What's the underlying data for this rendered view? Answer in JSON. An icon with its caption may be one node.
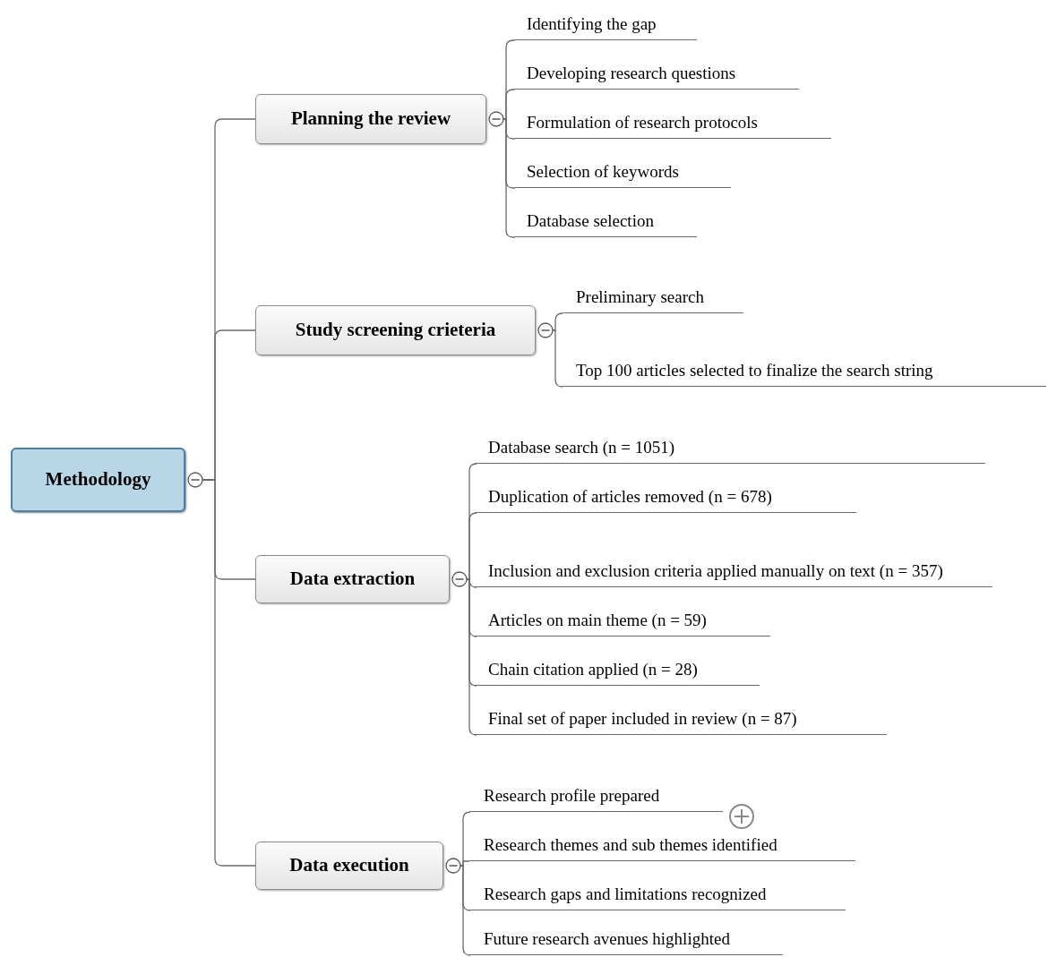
{
  "diagram": {
    "nodes": [
      {
        "text": [
          "Methodology"
        ]
      },
      {
        "text": [
          "Planning the review"
        ]
      },
      {
        "text": [
          "Identifying the gap"
        ]
      },
      {
        "text": [
          "Developing research questions"
        ]
      },
      {
        "text": [
          "Formulation of research protocols"
        ]
      },
      {
        "text": [
          "Selection of keywords"
        ]
      },
      {
        "text": [
          "Database selection"
        ]
      },
      {
        "text": [
          "Study screening crieteria"
        ]
      },
      {
        "text": [
          "Preliminary search"
        ]
      },
      {
        "text": [
          "Top 100 articles selected to finalize the search string"
        ]
      },
      {
        "text": [
          "Data extraction"
        ]
      },
      {
        "text": [
          "Database search (n = 1051)"
        ]
      },
      {
        "text": [
          "Duplication of articles removed (n = 678)"
        ]
      },
      {
        "text": [
          "Inclusion and exclusion criteria applied manually on text (n = 357)"
        ]
      },
      {
        "text": [
          "Articles on main theme (n = 59)"
        ]
      },
      {
        "text": [
          "Chain citation applied (n = 28)"
        ]
      },
      {
        "text": [
          "Final set of paper included in review (n = 87)"
        ]
      },
      {
        "text": [
          "Data execution"
        ]
      },
      {
        "text": [
          "Research profile prepared"
        ]
      },
      {
        "text": [
          "Research themes and sub themes identified"
        ]
      },
      {
        "text": [
          "Research gaps and limitations recognized"
        ]
      },
      {
        "text": [
          "Future research avenues highlighted"
        ]
      }
    ],
    "edges": [
      {
        "from": 0,
        "to": 1,
        "arrow": "none"
      },
      {
        "from": 0,
        "to": 7,
        "arrow": "none"
      },
      {
        "from": 0,
        "to": 10,
        "arrow": "none"
      },
      {
        "from": 0,
        "to": 17,
        "arrow": "none"
      },
      {
        "from": 1,
        "to": 2,
        "arrow": "none"
      },
      {
        "from": 1,
        "to": 3,
        "arrow": "none"
      },
      {
        "from": 1,
        "to": 4,
        "arrow": "none"
      },
      {
        "from": 1,
        "to": 5,
        "arrow": "none"
      },
      {
        "from": 1,
        "to": 6,
        "arrow": "none"
      },
      {
        "from": 7,
        "to": 8,
        "arrow": "none"
      },
      {
        "from": 7,
        "to": 9,
        "arrow": "none"
      },
      {
        "from": 10,
        "to": 11,
        "arrow": "none"
      },
      {
        "from": 10,
        "to": 12,
        "arrow": "none"
      },
      {
        "from": 10,
        "to": 13,
        "arrow": "none"
      },
      {
        "from": 10,
        "to": 14,
        "arrow": "none"
      },
      {
        "from": 10,
        "to": 15,
        "arrow": "none"
      },
      {
        "from": 10,
        "to": 16,
        "arrow": "none"
      },
      {
        "from": 17,
        "to": 18,
        "arrow": "none"
      },
      {
        "from": 17,
        "to": 19,
        "arrow": "none"
      },
      {
        "from": 17,
        "to": 20,
        "arrow": "none"
      },
      {
        "from": 17,
        "to": 21,
        "arrow": "none"
      }
    ]
  }
}
